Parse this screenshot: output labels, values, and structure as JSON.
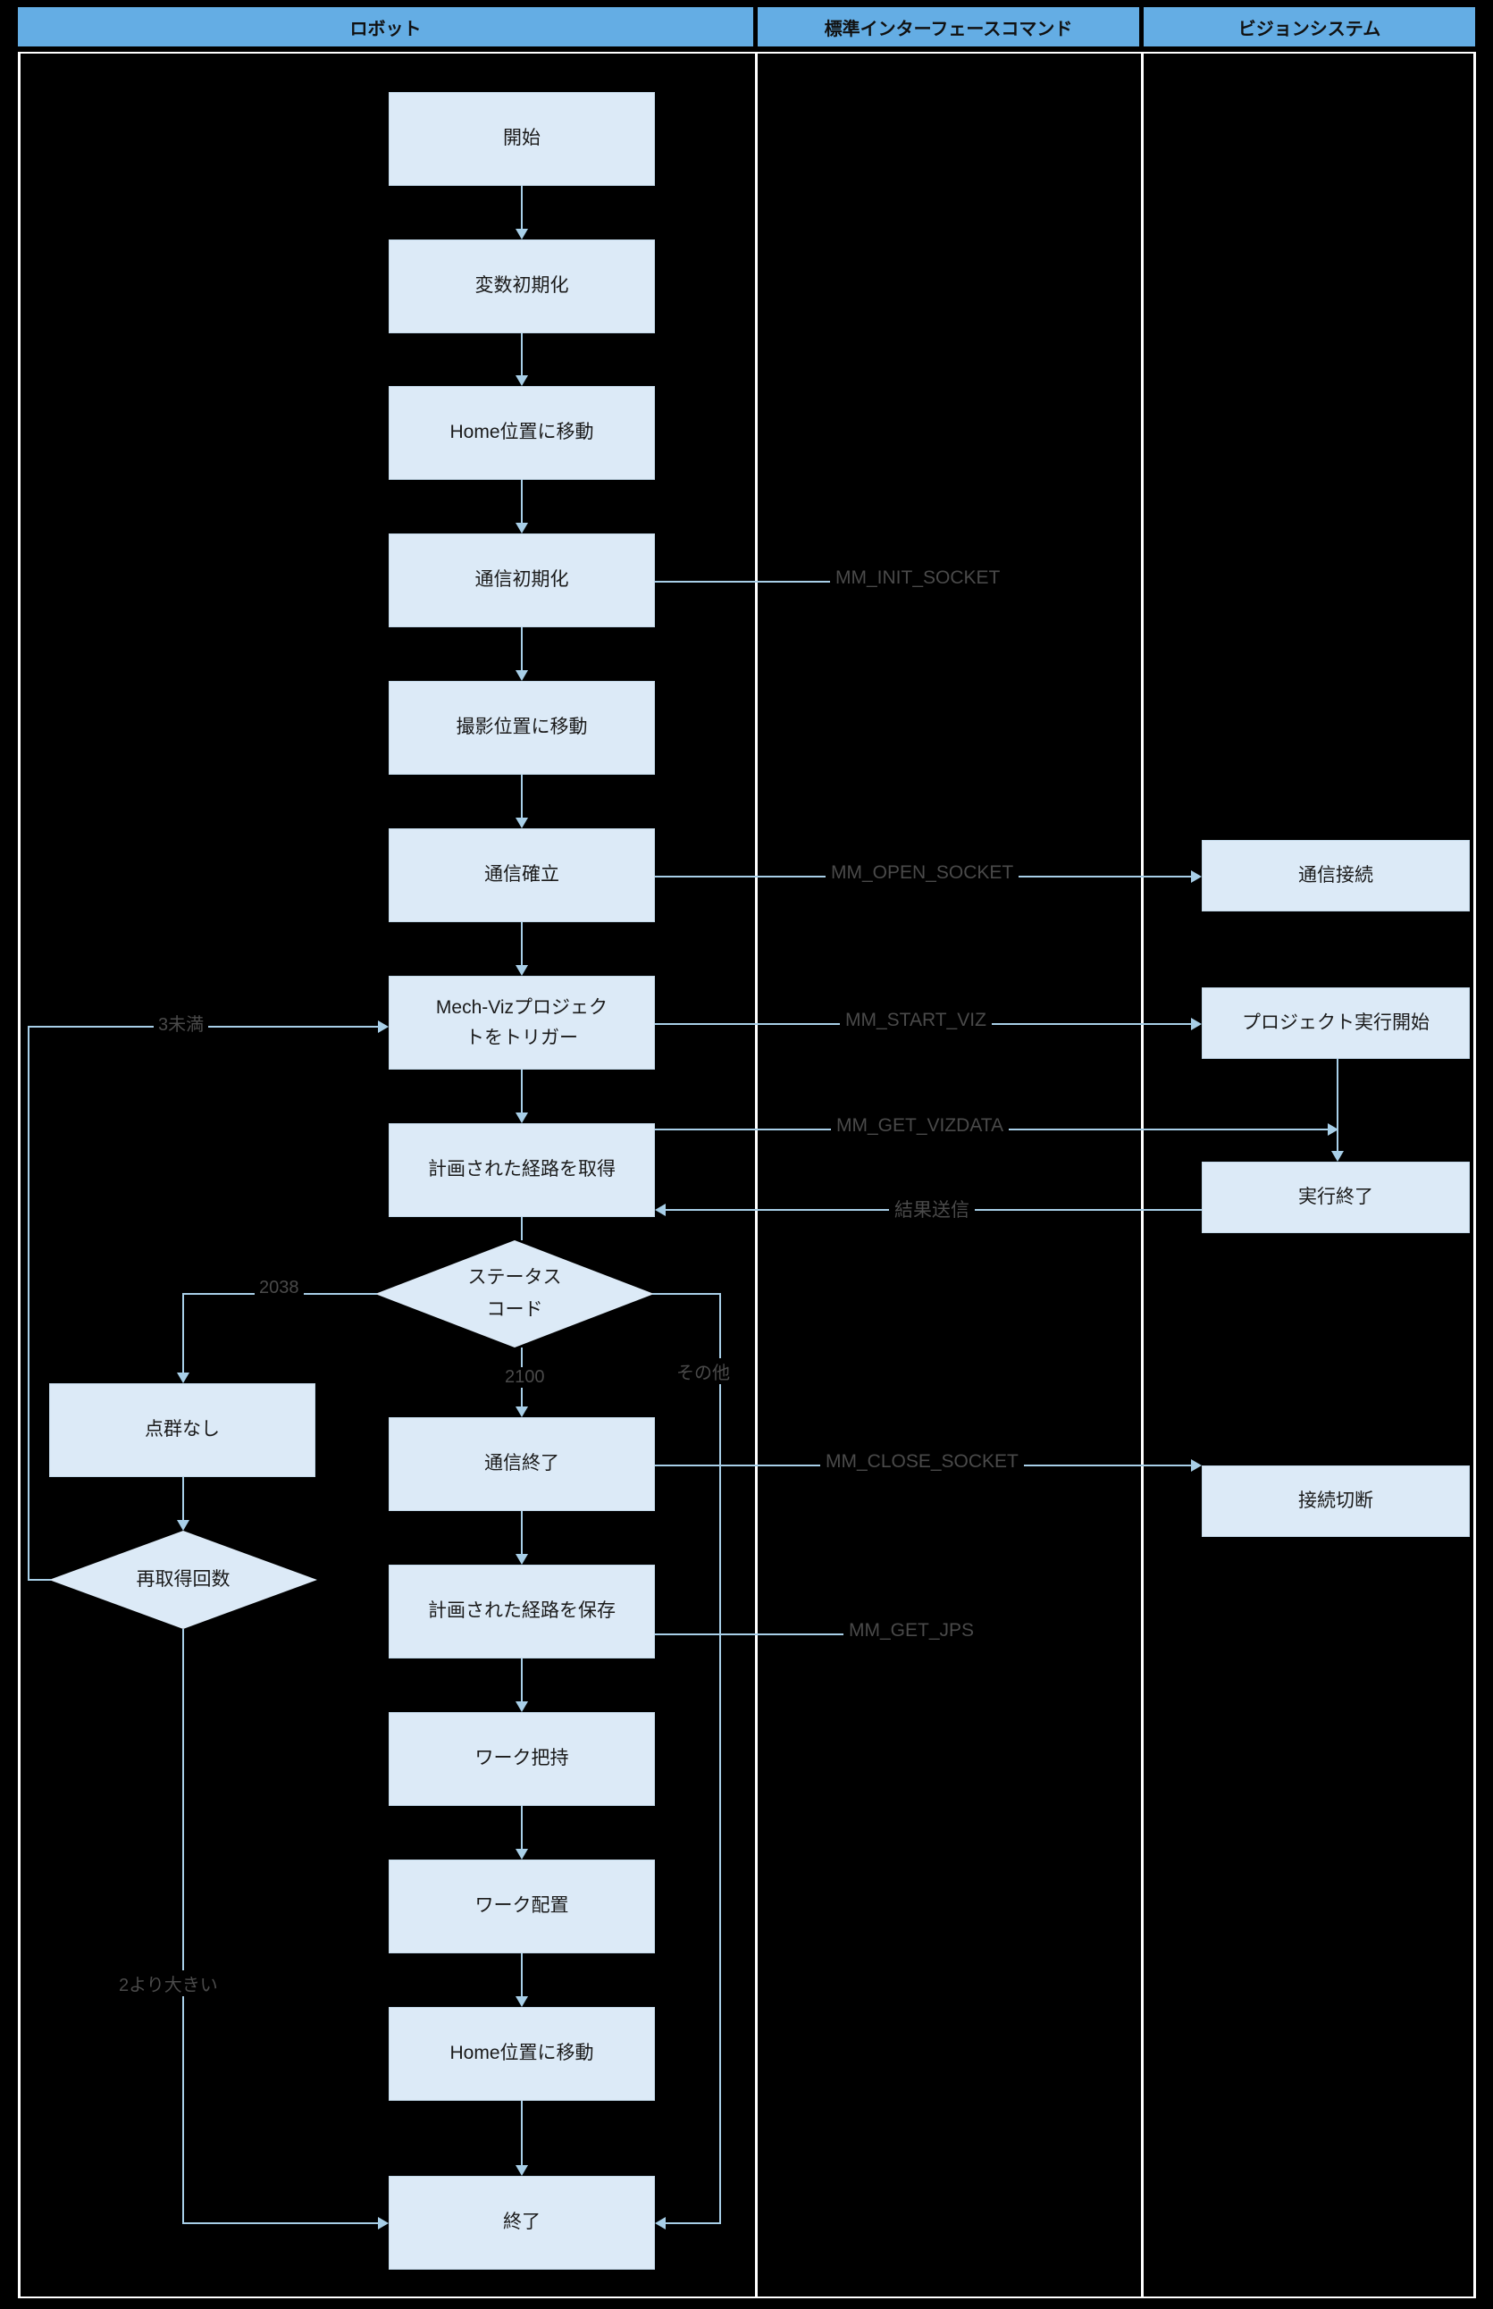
{
  "lanes": [
    {
      "id": "robot",
      "title": "ロボット"
    },
    {
      "id": "interface",
      "title": "標準インターフェースコマンド"
    },
    {
      "id": "vision",
      "title": "ビジョンシステム"
    }
  ],
  "colors": {
    "background": "#000000",
    "lane_header": "#64ade4",
    "node_fill": "#dceaf7",
    "node_stroke": "#c3d9ea",
    "edge": "#a8cfe8",
    "label_text": "#4a4a4a",
    "node_text": "#1a1a1a",
    "divider": "#ffffff"
  },
  "robot_nodes": [
    {
      "id": "start",
      "label": "開始"
    },
    {
      "id": "init-vars",
      "label": "変数初期化"
    },
    {
      "id": "move-home-1",
      "label": "Home位置に移動"
    },
    {
      "id": "init-comm",
      "label": "通信初期化"
    },
    {
      "id": "move-capture",
      "label": "撮影位置に移動"
    },
    {
      "id": "establish-comm",
      "label": "通信確立"
    },
    {
      "id": "trigger-viz",
      "label": "Mech-Vizプロジェクトをトリガー",
      "line1": "Mech-Vizプロジェク",
      "line2": "トをトリガー"
    },
    {
      "id": "get-path",
      "label": "計画された経路を取得"
    },
    {
      "id": "status-code",
      "label": "ステータスコード",
      "line1": "ステータス",
      "line2": "コード",
      "shape": "diamond"
    },
    {
      "id": "no-point-cloud",
      "label": "点群なし"
    },
    {
      "id": "retry-count",
      "label": "再取得回数",
      "shape": "diamond"
    },
    {
      "id": "close-comm",
      "label": "通信終了"
    },
    {
      "id": "save-path",
      "label": "計画された経路を保存"
    },
    {
      "id": "pick-workpiece",
      "label": "ワーク把持"
    },
    {
      "id": "place-workpiece",
      "label": "ワーク配置"
    },
    {
      "id": "move-home-2",
      "label": "Home位置に移動"
    },
    {
      "id": "end",
      "label": "終了"
    }
  ],
  "interface_commands": [
    {
      "id": "mm-init-socket",
      "label": "MM_INIT_SOCKET"
    },
    {
      "id": "mm-open-socket",
      "label": "MM_OPEN_SOCKET"
    },
    {
      "id": "mm-start-viz",
      "label": "MM_START_VIZ"
    },
    {
      "id": "mm-get-vizdata",
      "label": "MM_GET_VIZDATA"
    },
    {
      "id": "send-result",
      "label": "結果送信"
    },
    {
      "id": "mm-close-socket",
      "label": "MM_CLOSE_SOCKET"
    },
    {
      "id": "mm-get-jps",
      "label": "MM_GET_JPS"
    }
  ],
  "vision_nodes": [
    {
      "id": "connect",
      "label": "通信接続"
    },
    {
      "id": "project-start",
      "label": "プロジェクト実行開始"
    },
    {
      "id": "exec-end",
      "label": "実行終了"
    },
    {
      "id": "disconnect",
      "label": "接続切断"
    }
  ],
  "edge_labels": [
    {
      "id": "less-than-3",
      "label": "3未満"
    },
    {
      "id": "code-2038",
      "label": "2038"
    },
    {
      "id": "code-2100",
      "label": "2100"
    },
    {
      "id": "other",
      "label": "その他"
    },
    {
      "id": "greater-than-2",
      "label": "2より大きい"
    }
  ]
}
